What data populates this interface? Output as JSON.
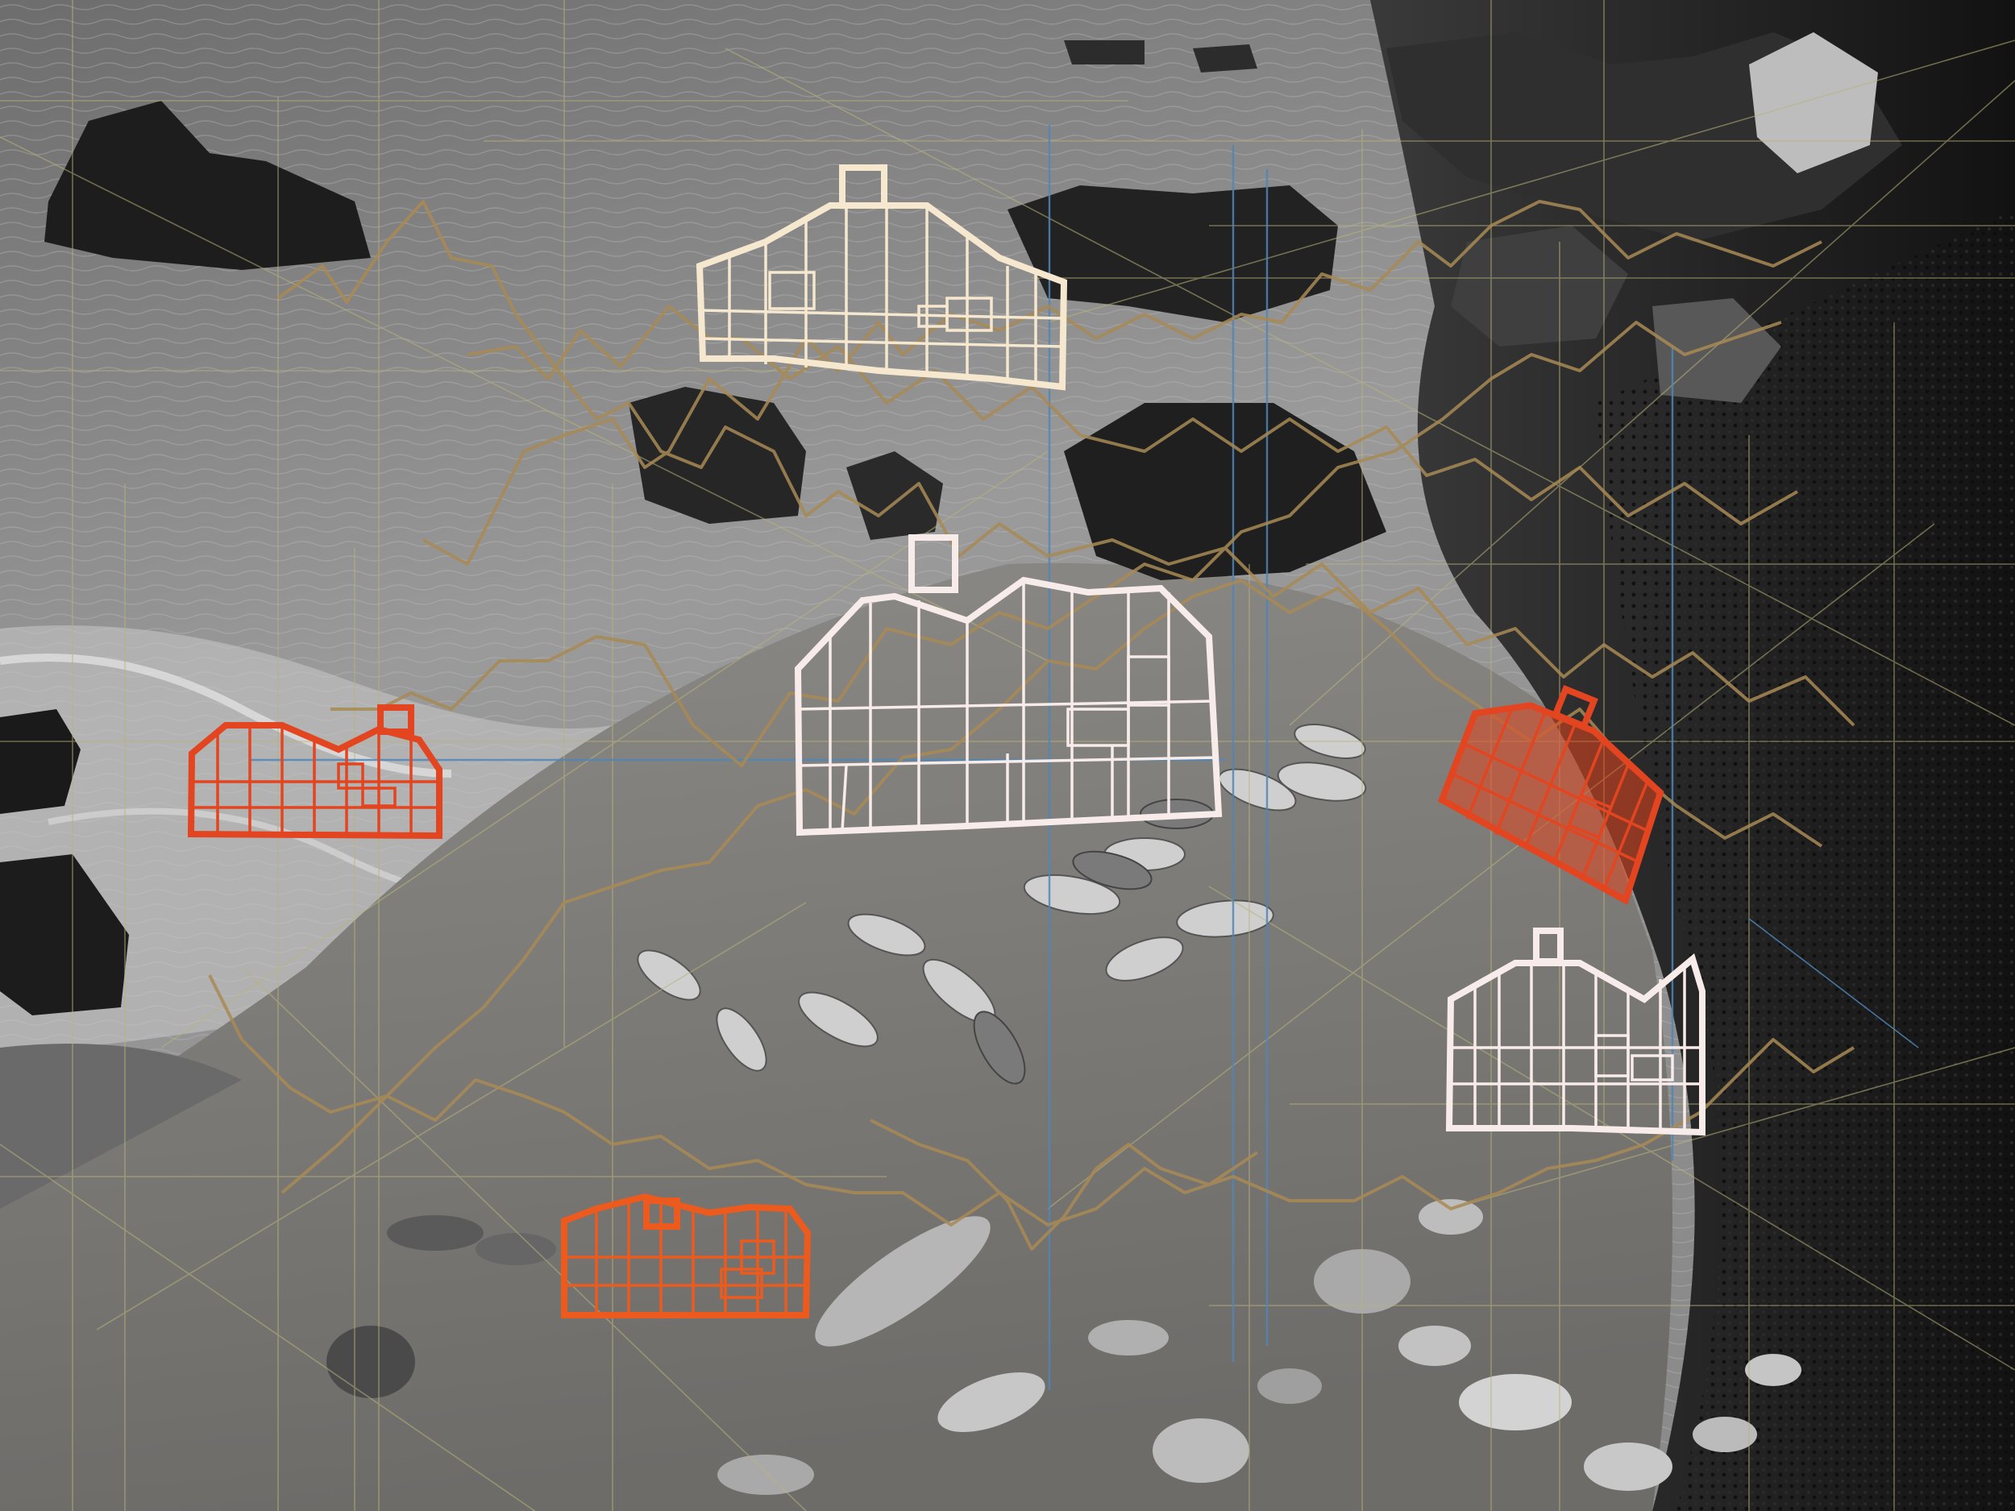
{
  "scene": {
    "photo": "rocky-coast-beach-with-resting-seals-black-and-white",
    "overlays": [
      "grid-lines",
      "diagonal-lines",
      "line-graph-traces",
      "building-outline-icons"
    ]
  },
  "colors": {
    "photo_dark": "#161616",
    "photo_sea": "#8a8a8a",
    "photo_sand": "#7d7b78",
    "gold_line": "#a88a55",
    "olive_grid": "#b9b37a",
    "blue_grid": "#4f86b8",
    "cream_icon": "#f6e8cf",
    "pink_white_icon": "#f7ece9",
    "red_orange_icon": "#e2451f",
    "orange_icon": "#ec5a1d"
  },
  "icons": [
    {
      "name": "cream-building-outline-icon",
      "color": "cream_icon"
    },
    {
      "name": "large-white-building-outline-icon",
      "color": "pink_white_icon"
    },
    {
      "name": "red-building-outline-icon",
      "color": "red_orange_icon"
    },
    {
      "name": "tilted-orange-building-outline-icon",
      "color": "red_orange_icon"
    },
    {
      "name": "small-white-building-outline-icon",
      "color": "pink_white_icon"
    },
    {
      "name": "orange-building-outline-icon",
      "color": "orange_icon"
    }
  ]
}
